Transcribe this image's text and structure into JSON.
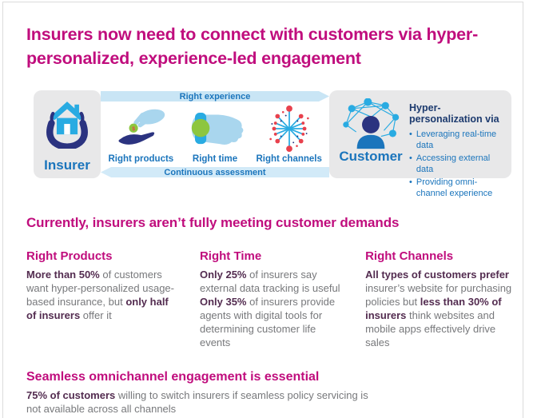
{
  "header": {
    "title": "Insurers now need to connect with customers via hyper-personalized, experience-led engagement"
  },
  "diagram": {
    "insurer_label": "Insurer",
    "customer_label": "Customer",
    "top_arrow_label": "Right experience",
    "bottom_arrow_label": "Continuous assessment",
    "steps": [
      {
        "label": "Right products",
        "icon": "hand-giving-coin-icon"
      },
      {
        "label": "Right time",
        "icon": "wrist-watch-icon"
      },
      {
        "label": "Right channels",
        "icon": "network-burst-icon"
      }
    ],
    "hyper_personalization": {
      "heading": "Hyper-personalization via",
      "bullets": [
        "Leveraging real-time data",
        "Accessing external data",
        "Providing omni-channel experience"
      ]
    }
  },
  "demands": {
    "heading": "Currently, insurers aren’t fully meeting customer demands",
    "columns": [
      {
        "title": "Right Products",
        "paragraphs": [
          [
            {
              "text": "More than 50%",
              "bold": true
            },
            {
              "text": " of customers want hyper-personalized usage-based insurance, but ",
              "bold": false
            },
            {
              "text": "only half of insurers",
              "bold": true
            },
            {
              "text": " offer it",
              "bold": false
            }
          ]
        ]
      },
      {
        "title": "Right Time",
        "paragraphs": [
          [
            {
              "text": "Only 25%",
              "bold": true
            },
            {
              "text": " of insurers say external data tracking is useful",
              "bold": false
            }
          ],
          [
            {
              "text": "Only 35%",
              "bold": true
            },
            {
              "text": " of insurers provide agents with digital tools for determining customer life events",
              "bold": false
            }
          ]
        ]
      },
      {
        "title": "Right Channels",
        "paragraphs": [
          [
            {
              "text": "All types of customers prefer",
              "bold": true
            },
            {
              "text": " insurer’s website for purchasing policies but ",
              "bold": false
            },
            {
              "text": "less than 30% of insurers",
              "bold": true
            },
            {
              "text": " think websites and mobile apps effectively drive sales",
              "bold": false
            }
          ]
        ]
      }
    ]
  },
  "omnichannel": {
    "heading": "Seamless omnichannel engagement is essential",
    "paragraphs": [
      [
        {
          "text": "75% of customers",
          "bold": true
        },
        {
          "text": " willing to switch insurers if seamless policy servicing is not available across all channels",
          "bold": false
        }
      ]
    ]
  },
  "colors": {
    "magenta_heading": "#c00d7d",
    "label_blue": "#1b75bc",
    "navy": "#2b3380",
    "heading_navy": "#1c3a6e",
    "cyan": "#29abe2",
    "pale_blue": "#a9d6ee",
    "arrow_blue": "#c9e5f5",
    "green": "#8dc63f",
    "red": "#e8414d",
    "block_gray": "#e8e8e9",
    "body_gray": "#77787b",
    "body_bold_purple": "#532c50"
  }
}
